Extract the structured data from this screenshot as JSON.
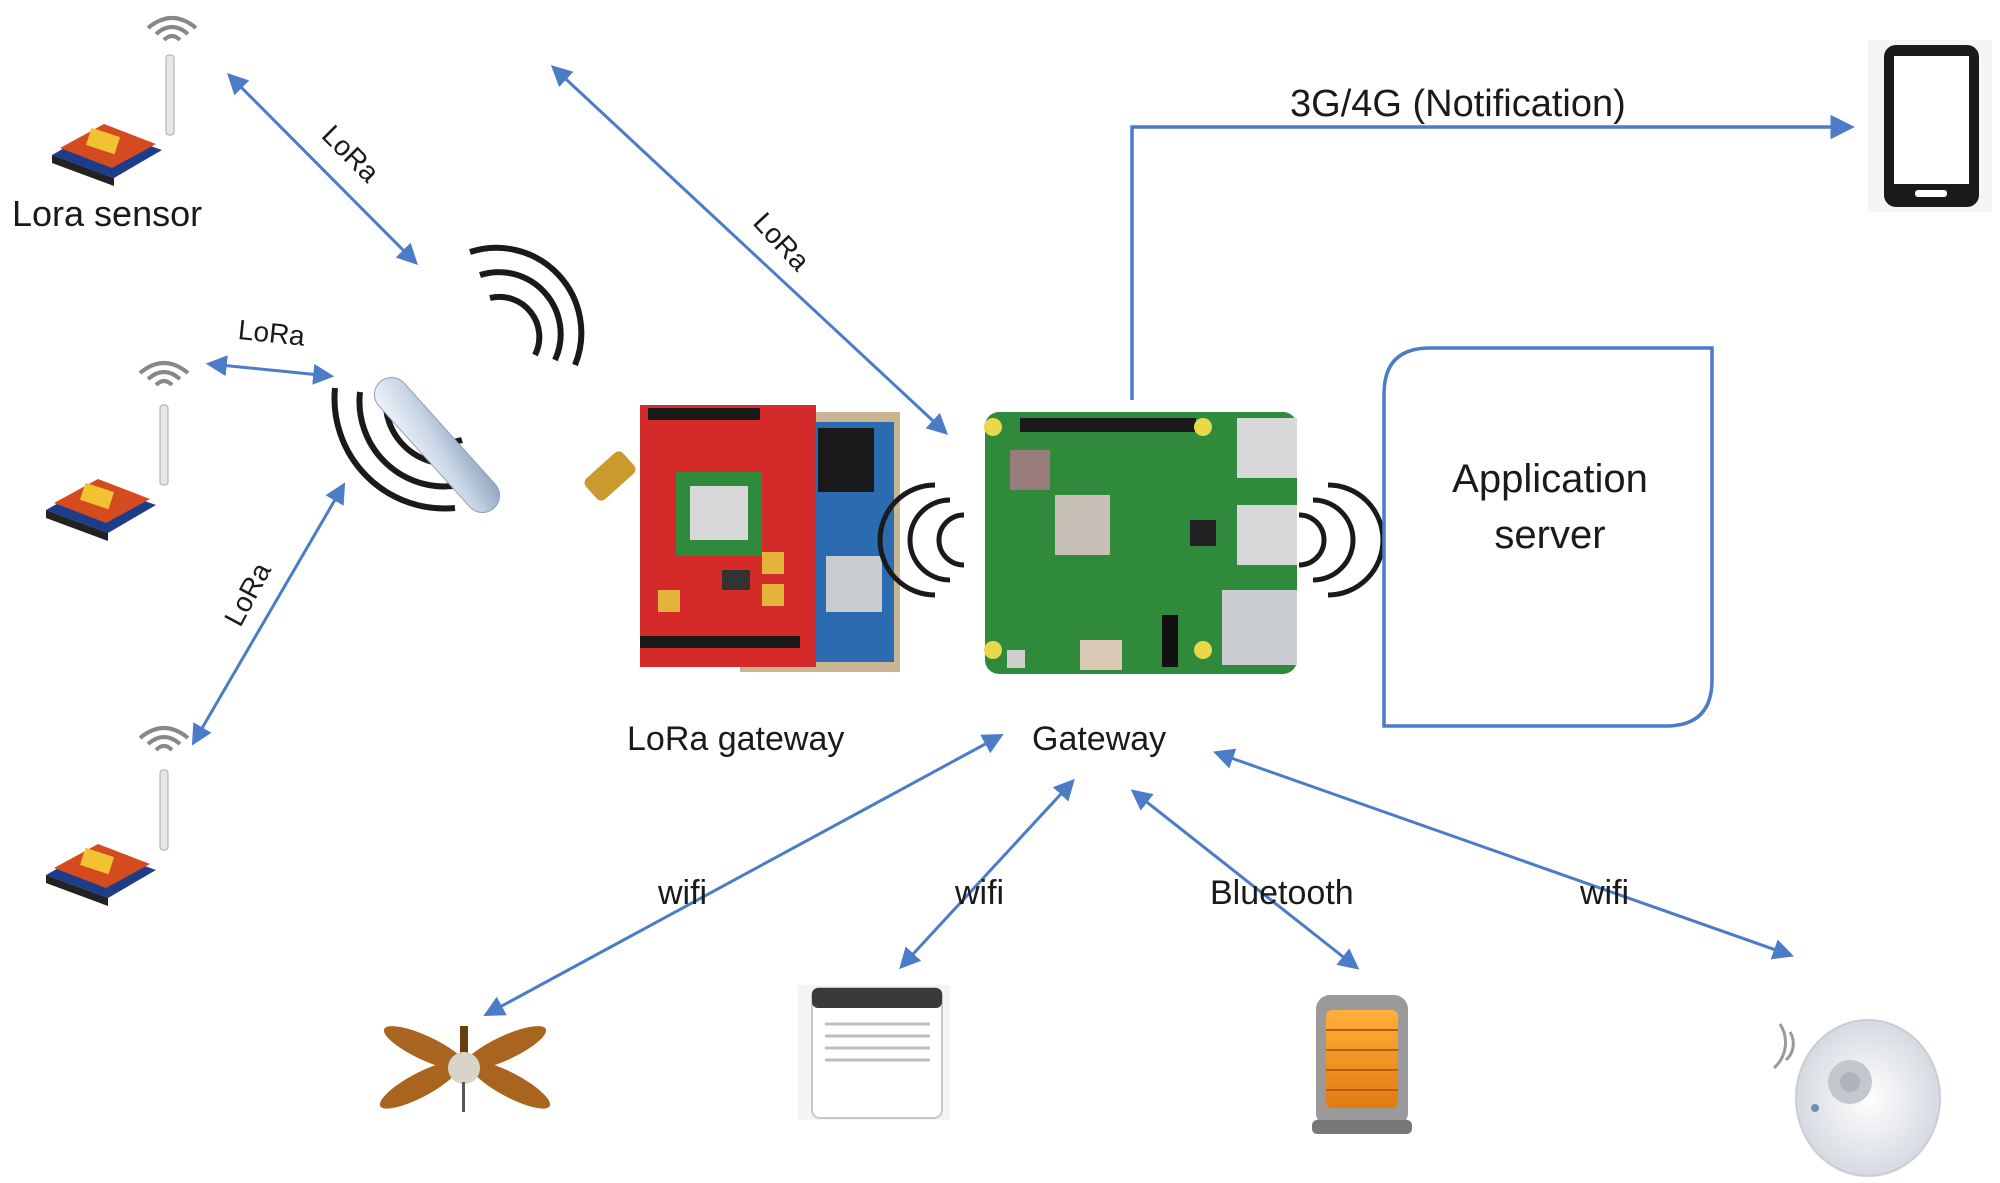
{
  "labels": {
    "lora_sensor": "Lora sensor",
    "lora_link_1": "LoRa",
    "lora_link_2": "LoRa",
    "lora_link_3": "LoRa",
    "lora_link_4": "LoRa",
    "notification": "3G/4G (Notification)",
    "app_server_line1": "Application",
    "app_server_line2": "server",
    "lora_gateway": "LoRa gateway",
    "gateway": "Gateway",
    "wifi_fan": "wifi",
    "wifi_ac": "wifi",
    "bluetooth_heater": "Bluetooth",
    "wifi_sensor": "wifi"
  },
  "colors": {
    "arrow": "#4a7cc7",
    "text": "#1a1a1a",
    "board_red": "#d42a2a",
    "board_green": "#2f8a3c",
    "server_border": "#4a7cc7"
  },
  "icons": [
    "antenna-icon",
    "lora-sensor-icon",
    "lora-gateway-board-icon",
    "raspberry-pi-icon",
    "smartphone-icon",
    "ceiling-fan-icon",
    "air-conditioner-icon",
    "heater-icon",
    "motion-sensor-icon",
    "signal-waves-icon"
  ]
}
